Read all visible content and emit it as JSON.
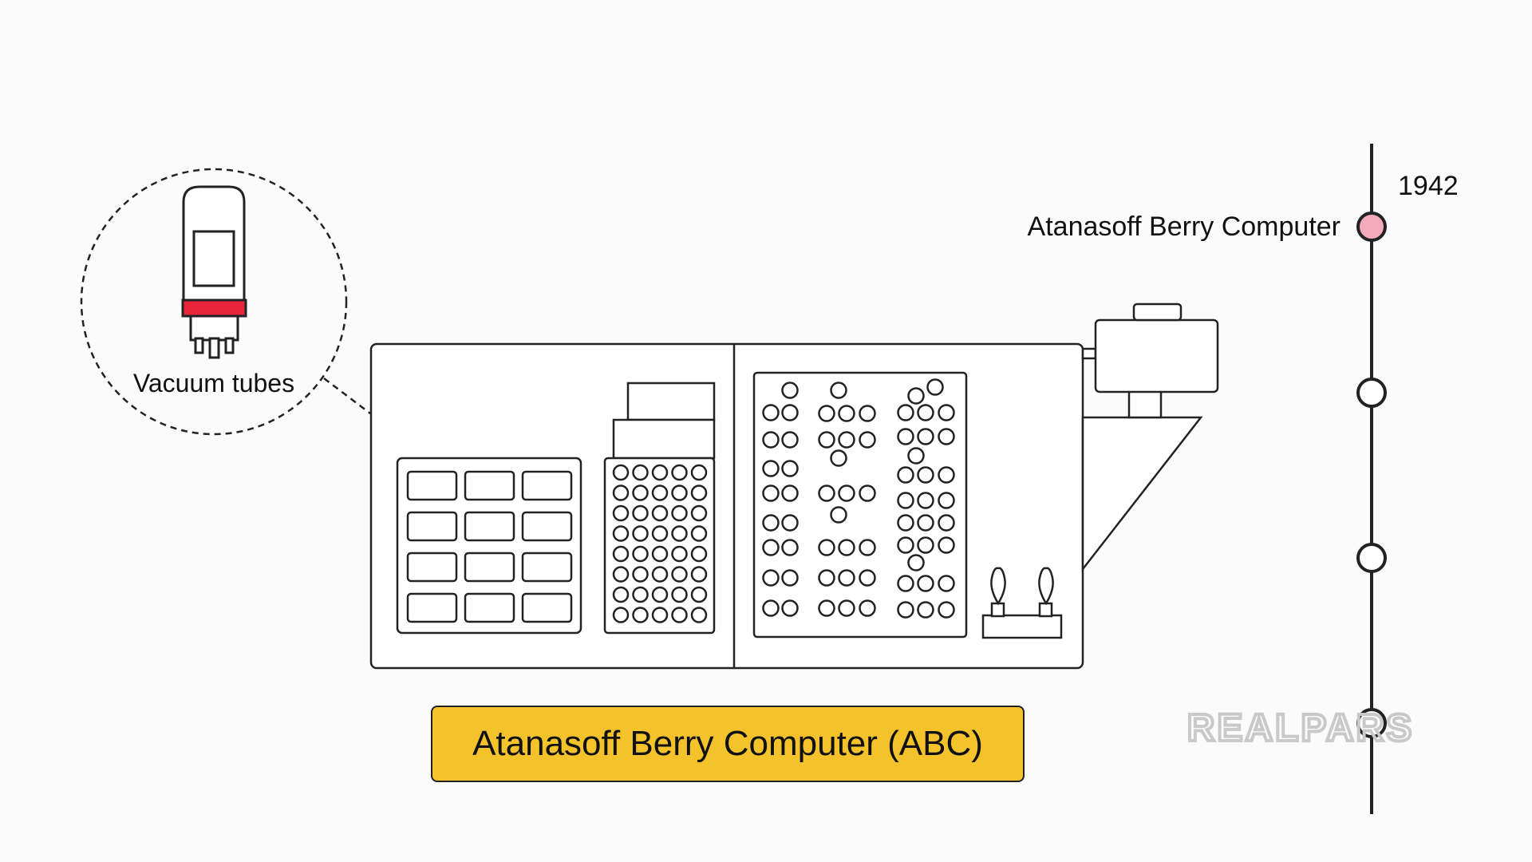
{
  "timeline": {
    "year": "1942",
    "events": [
      {
        "label": "Atanasoff Berry Computer",
        "active": true
      },
      {
        "label": "",
        "active": false
      },
      {
        "label": "",
        "active": false
      },
      {
        "label": "",
        "active": false
      }
    ]
  },
  "callout": {
    "label": "Vacuum tubes"
  },
  "caption": "Atanasoff Berry Computer (ABC)",
  "logo": "REALPARS",
  "colors": {
    "accent_active": "#f5a9bd",
    "caption_bg": "#f4c22b",
    "tube_band": "#e8253b",
    "line": "#222222"
  }
}
